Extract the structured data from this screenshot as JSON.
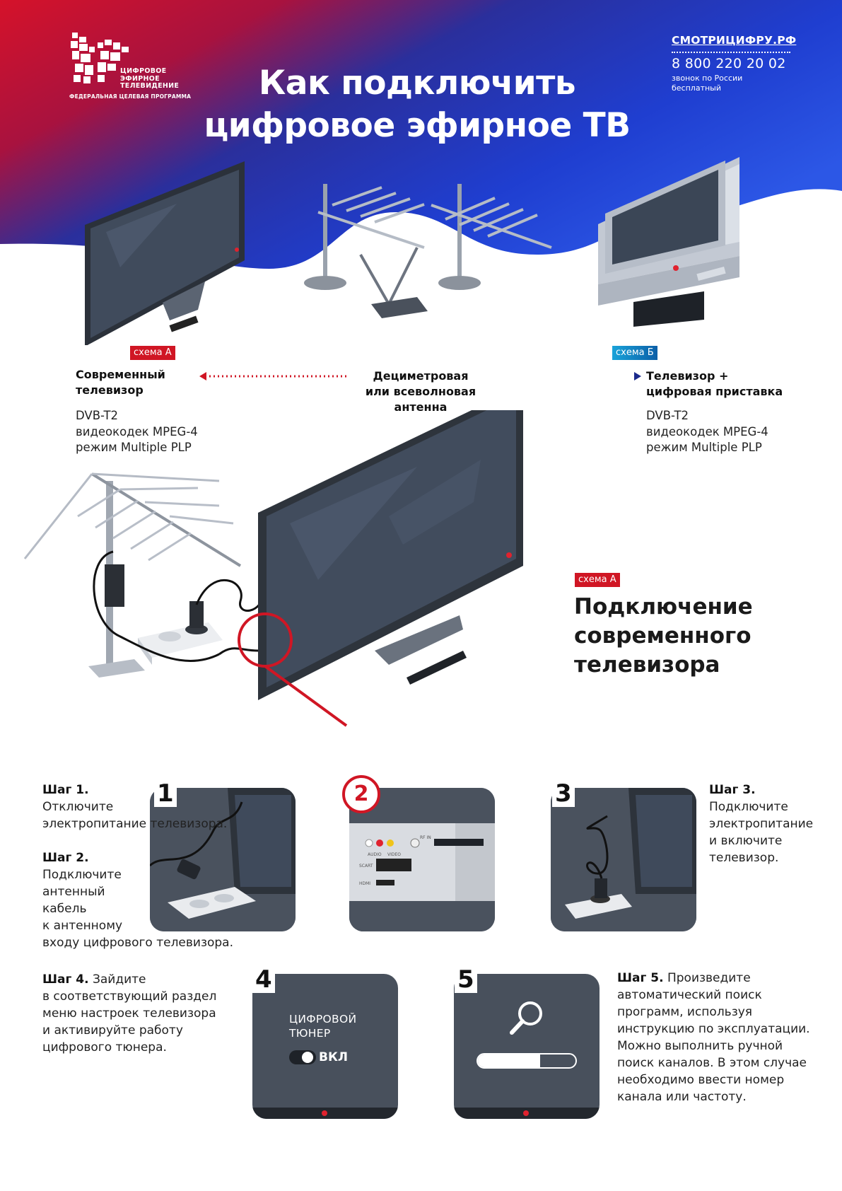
{
  "logo": {
    "line1": "ЦИФРОВОЕ",
    "line2": "ЭФИРНОЕ",
    "line3": "ТЕЛЕВИДЕНИЕ",
    "subtitle": "ФЕДЕРАЛЬНАЯ ЦЕЛЕВАЯ ПРОГРАММА"
  },
  "title": {
    "line1": "Как подключить",
    "line2": "цифровое эфирное ТВ"
  },
  "contact": {
    "site": "СМОТРИЦИФРУ.РФ",
    "phone": "8 800 220 20 02",
    "note1": "звонок по России",
    "note2": "бесплатный"
  },
  "scheme_a": {
    "tag": "схема А",
    "title_line1": "Современный",
    "title_line2": "телевизор",
    "spec1": "DVB-T2",
    "spec2": "видеокодек MPEG-4",
    "spec3": "режим Multiple PLP"
  },
  "antenna": {
    "line1": "Дециметровая",
    "line2": "или всеволновая",
    "line3": "антенна"
  },
  "scheme_b": {
    "tag": "схема Б",
    "title_line1": "Телевизор +",
    "title_line2": "цифровая приставка",
    "spec1": "DVB-T2",
    "spec2": "видеокодек MPEG-4",
    "spec3": "режим Multiple PLP"
  },
  "connection": {
    "tag": "схема А",
    "line1": "Подключение",
    "line2": "современного",
    "line3": "телевизора"
  },
  "steps": {
    "s1_label": "Шаг 1.",
    "s1_text1": "Отключите",
    "s1_text2": "электропитание телевизора.",
    "s2_label": "Шаг 2.",
    "s2_text1": "Подключите",
    "s2_text2": "антенный",
    "s2_text3": "кабель",
    "s2_text4": "к антенному",
    "s2_text5": "входу цифрового телевизора.",
    "s3_label": "Шаг 3.",
    "s3_text1": "Подключите",
    "s3_text2": "электропитание",
    "s3_text3": "и включите",
    "s3_text4": "телевизор.",
    "s4_label": "Шаг 4.",
    "s4_text1": " Зайдите",
    "s4_text2": "в соответствующий раздел",
    "s4_text3": "меню настроек телевизора",
    "s4_text4": "и активируйте работу",
    "s4_text5": "цифрового тюнера.",
    "s5_label": "Шаг 5.",
    "s5_text1": " Произведите",
    "s5_text2": "автоматический поиск",
    "s5_text3": "программ, используя",
    "s5_text4": "инструкцию по эксплуатации.",
    "s5_text5": "Можно выполнить ручной",
    "s5_text6": "поиск каналов. В этом случае",
    "s5_text7": "необходимо ввести номер",
    "s5_text8": "канала или частоту."
  },
  "numbers": {
    "n1": "1",
    "n2": "2",
    "n3": "3",
    "n4": "4",
    "n5": "5"
  },
  "panel": {
    "audio": "AUDIO",
    "video": "VIDEO",
    "rf": "RF IN",
    "scart": "SCART",
    "hdmi": "HDMI"
  },
  "tuner": {
    "line1": "ЦИФРОВОЙ",
    "line2": "ТЮНЕР",
    "toggle": "ВКЛ"
  },
  "search": {
    "progress": 0.64
  },
  "colors": {
    "red": "#d01624",
    "blue": "#1f3fbf",
    "navy": "#1b2a8c",
    "dark_tv": "#3a414c",
    "screen": "#3f4a5a"
  }
}
